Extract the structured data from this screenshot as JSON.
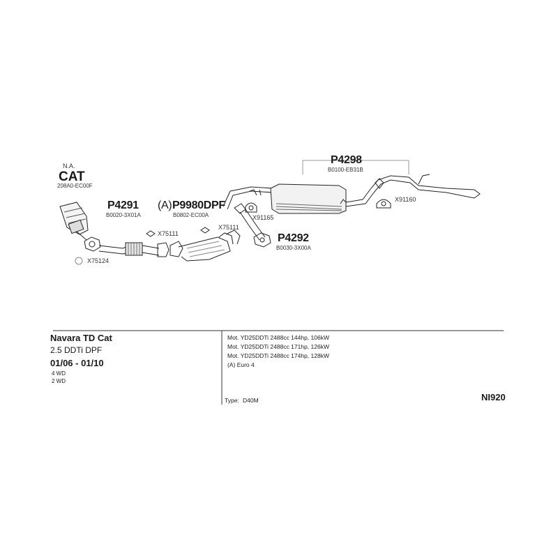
{
  "parts": {
    "cat": {
      "prefix": "N.A.",
      "code": "CAT",
      "ref": "208A0-EC00F"
    },
    "p4291": {
      "code": "P4291",
      "ref": "B0020-3X01A"
    },
    "p9980": {
      "marker": "(A)",
      "code": "P9980DPF",
      "ref": "B0802-EC00A"
    },
    "p4298": {
      "code": "P4298",
      "ref": "B0100-EB31B"
    },
    "p4292": {
      "code": "P4292",
      "ref": "B0030-3X00A"
    }
  },
  "fittings": {
    "x75111_a": "X75111",
    "x75111_b": "X75111",
    "x75124": "X75124",
    "x91165": "X91165",
    "x91160": "X91160"
  },
  "vehicle": {
    "model": "Navara TD Cat",
    "engine": "2.5 DDTi DPF",
    "years": "01/06 - 01/10",
    "drive_4wd": "4 WD",
    "drive_2wd": "2 WD"
  },
  "motors": [
    "Mot. YD25DDTi 2488cc 144hp, 106kW",
    "Mot. YD25DDTi 2488cc 171hp, 126kW",
    "Mot. YD25DDTi 2488cc 174hp, 128kW"
  ],
  "note": "(A) Euro 4",
  "type": {
    "label": "Type:",
    "value": "D40M"
  },
  "diagram_id": "NI920"
}
